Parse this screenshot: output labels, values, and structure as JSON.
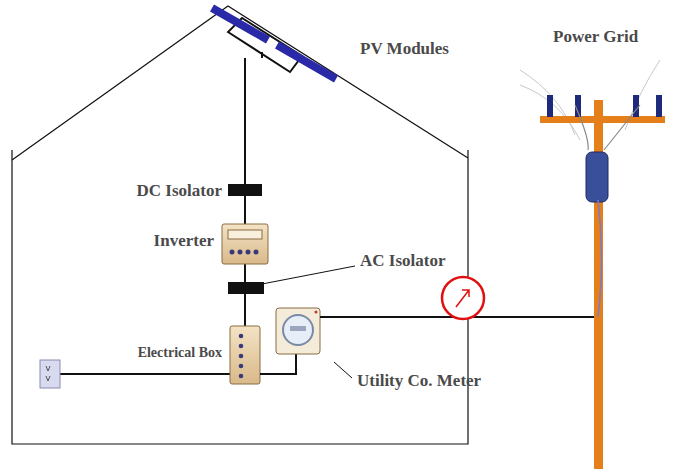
{
  "diagram": {
    "labels": [
      "PV Modules",
      "Power Grid",
      "DC Isolator",
      "Inverter",
      "AC Isolator",
      "Electrical Box",
      "Utility Co. Meter"
    ]
  }
}
